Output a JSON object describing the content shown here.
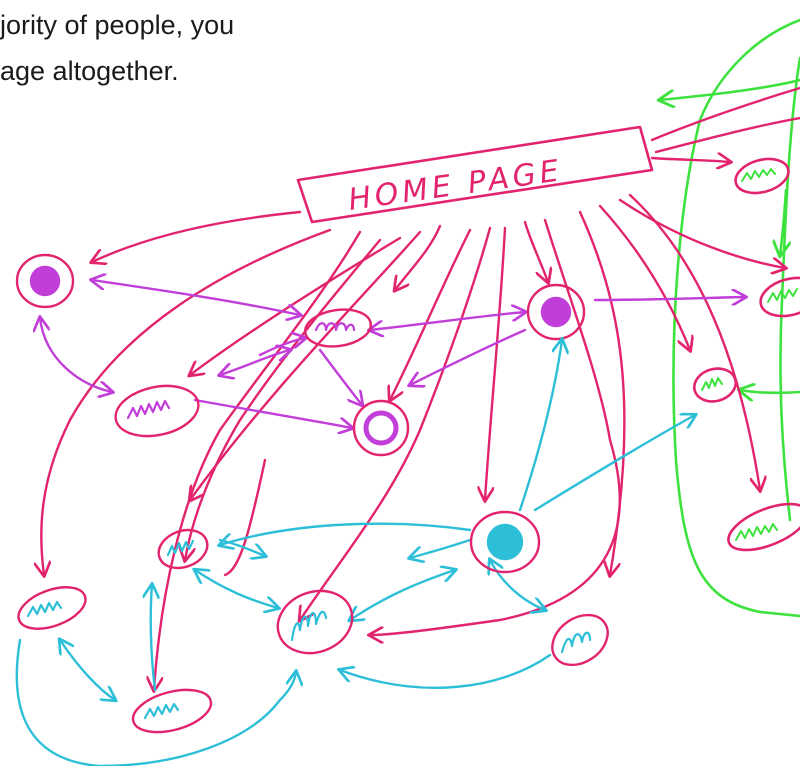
{
  "intro_text": {
    "line1": "jority of people, you",
    "line2": "age altogether."
  },
  "diagram": {
    "home_label": "HOME PAGE",
    "colors": {
      "link": "#e2246e",
      "section_a": "#c13fd8",
      "section_b": "#2ebfd8",
      "section_c": "#3ee23e"
    }
  }
}
